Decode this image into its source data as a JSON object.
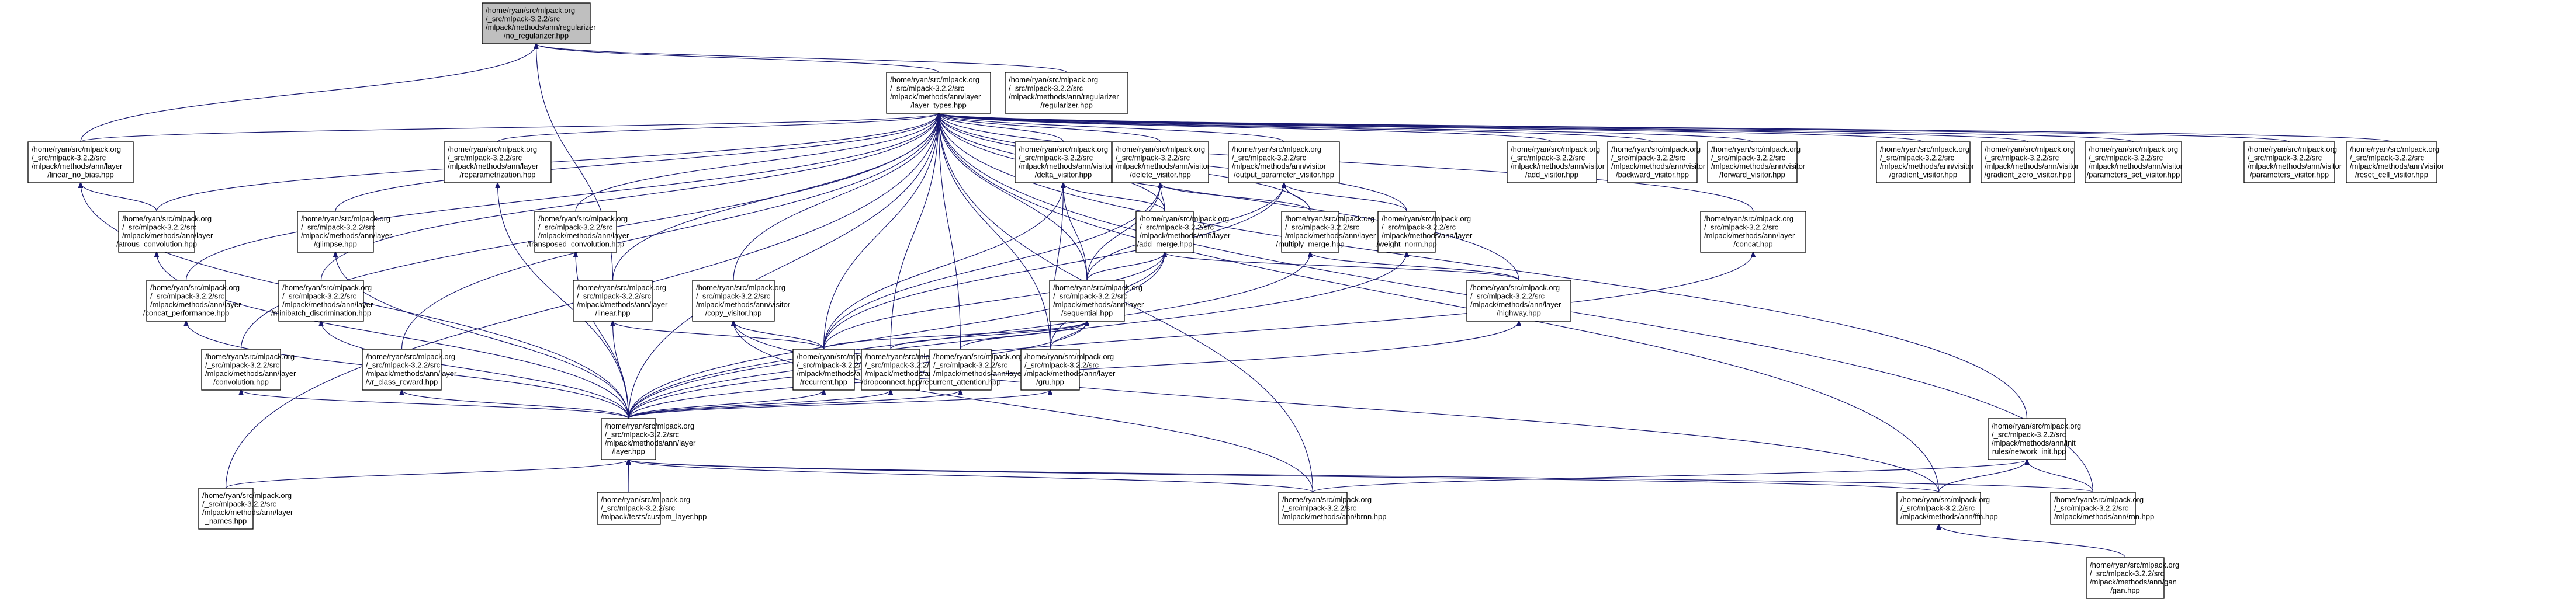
{
  "diagram": {
    "type": "include-dependency-graph",
    "colors": {
      "edge": "#191970",
      "root_fill": "#bfbfbf",
      "node_fill": "#ffffff",
      "border": "#000000"
    },
    "nodes": [
      {
        "id": "no_regularizer",
        "root": true,
        "lines": [
          "/home/ryan/src/mlpack.org",
          "/_src/mlpack-3.2.2/src",
          "/mlpack/methods/ann/regularizer",
          "/no_regularizer.hpp"
        ]
      },
      {
        "id": "layer_types",
        "lines": [
          "/home/ryan/src/mlpack.org",
          "/_src/mlpack-3.2.2/src",
          "/mlpack/methods/ann/layer",
          "/layer_types.hpp"
        ]
      },
      {
        "id": "regularizer",
        "lines": [
          "/home/ryan/src/mlpack.org",
          "/_src/mlpack-3.2.2/src",
          "/mlpack/methods/ann/regularizer",
          "/regularizer.hpp"
        ]
      },
      {
        "id": "linear_no_bias",
        "lines": [
          "/home/ryan/src/mlpack.org",
          "/_src/mlpack-3.2.2/src",
          "/mlpack/methods/ann/layer",
          "/linear_no_bias.hpp"
        ]
      },
      {
        "id": "reparametrization",
        "lines": [
          "/home/ryan/src/mlpack.org",
          "/_src/mlpack-3.2.2/src",
          "/mlpack/methods/ann/layer",
          "/reparametrization.hpp"
        ]
      },
      {
        "id": "delta_visitor",
        "lines": [
          "/home/ryan/src/mlpack.org",
          "/_src/mlpack-3.2.2/src",
          "/mlpack/methods/ann/visitor",
          "/delta_visitor.hpp"
        ]
      },
      {
        "id": "delete_visitor",
        "lines": [
          "/home/ryan/src/mlpack.org",
          "/_src/mlpack-3.2.2/src",
          "/mlpack/methods/ann/visitor",
          "/delete_visitor.hpp"
        ]
      },
      {
        "id": "output_parameter_visitor",
        "lines": [
          "/home/ryan/src/mlpack.org",
          "/_src/mlpack-3.2.2/src",
          "/mlpack/methods/ann/visitor",
          "/output_parameter_visitor.hpp"
        ]
      },
      {
        "id": "add_visitor",
        "lines": [
          "/home/ryan/src/mlpack.org",
          "/_src/mlpack-3.2.2/src",
          "/mlpack/methods/ann/visitor",
          "/add_visitor.hpp"
        ]
      },
      {
        "id": "backward_visitor",
        "lines": [
          "/home/ryan/src/mlpack.org",
          "/_src/mlpack-3.2.2/src",
          "/mlpack/methods/ann/visitor",
          "/backward_visitor.hpp"
        ]
      },
      {
        "id": "forward_visitor",
        "lines": [
          "/home/ryan/src/mlpack.org",
          "/_src/mlpack-3.2.2/src",
          "/mlpack/methods/ann/visitor",
          "/forward_visitor.hpp"
        ]
      },
      {
        "id": "gradient_visitor",
        "lines": [
          "/home/ryan/src/mlpack.org",
          "/_src/mlpack-3.2.2/src",
          "/mlpack/methods/ann/visitor",
          "/gradient_visitor.hpp"
        ]
      },
      {
        "id": "gradient_zero_visitor",
        "lines": [
          "/home/ryan/src/mlpack.org",
          "/_src/mlpack-3.2.2/src",
          "/mlpack/methods/ann/visitor",
          "/gradient_zero_visitor.hpp"
        ]
      },
      {
        "id": "parameters_set_visitor",
        "lines": [
          "/home/ryan/src/mlpack.org",
          "/_src/mlpack-3.2.2/src",
          "/mlpack/methods/ann/visitor",
          "/parameters_set_visitor.hpp"
        ]
      },
      {
        "id": "parameters_visitor",
        "lines": [
          "/home/ryan/src/mlpack.org",
          "/_src/mlpack-3.2.2/src",
          "/mlpack/methods/ann/visitor",
          "/parameters_visitor.hpp"
        ]
      },
      {
        "id": "reset_cell_visitor",
        "lines": [
          "/home/ryan/src/mlpack.org",
          "/_src/mlpack-3.2.2/src",
          "/mlpack/methods/ann/visitor",
          "/reset_cell_visitor.hpp"
        ]
      },
      {
        "id": "atrous_convolution",
        "lines": [
          "/home/ryan/src/mlpack.org",
          "/_src/mlpack-3.2.2/src",
          "/mlpack/methods/ann/layer",
          "/atrous_convolution.hpp"
        ]
      },
      {
        "id": "glimpse",
        "lines": [
          "/home/ryan/src/mlpack.org",
          "/_src/mlpack-3.2.2/src",
          "/mlpack/methods/ann/layer",
          "/glimpse.hpp"
        ]
      },
      {
        "id": "transposed_convolution",
        "lines": [
          "/home/ryan/src/mlpack.org",
          "/_src/mlpack-3.2.2/src",
          "/mlpack/methods/ann/layer",
          "/transposed_convolution.hpp"
        ]
      },
      {
        "id": "add_merge",
        "lines": [
          "/home/ryan/src/mlpack.org",
          "/_src/mlpack-3.2.2/src",
          "/mlpack/methods/ann/layer",
          "/add_merge.hpp"
        ]
      },
      {
        "id": "multiply_merge",
        "lines": [
          "/home/ryan/src/mlpack.org",
          "/_src/mlpack-3.2.2/src",
          "/mlpack/methods/ann/layer",
          "/multiply_merge.hpp"
        ]
      },
      {
        "id": "weight_norm",
        "lines": [
          "/home/ryan/src/mlpack.org",
          "/_src/mlpack-3.2.2/src",
          "/mlpack/methods/ann/layer",
          "/weight_norm.hpp"
        ]
      },
      {
        "id": "concat",
        "lines": [
          "/home/ryan/src/mlpack.org",
          "/_src/mlpack-3.2.2/src",
          "/mlpack/methods/ann/layer",
          "/concat.hpp"
        ]
      },
      {
        "id": "concat_performance",
        "lines": [
          "/home/ryan/src/mlpack.org",
          "/_src/mlpack-3.2.2/src",
          "/mlpack/methods/ann/layer",
          "/concat_performance.hpp"
        ]
      },
      {
        "id": "minibatch_discrimination",
        "lines": [
          "/home/ryan/src/mlpack.org",
          "/_src/mlpack-3.2.2/src",
          "/mlpack/methods/ann/layer",
          "/minibatch_discrimination.hpp"
        ]
      },
      {
        "id": "linear",
        "lines": [
          "/home/ryan/src/mlpack.org",
          "/_src/mlpack-3.2.2/src",
          "/mlpack/methods/ann/layer",
          "/linear.hpp"
        ]
      },
      {
        "id": "copy_visitor",
        "lines": [
          "/home/ryan/src/mlpack.org",
          "/_src/mlpack-3.2.2/src",
          "/mlpack/methods/ann/visitor",
          "/copy_visitor.hpp"
        ]
      },
      {
        "id": "sequential",
        "lines": [
          "/home/ryan/src/mlpack.org",
          "/_src/mlpack-3.2.2/src",
          "/mlpack/methods/ann/layer",
          "/sequential.hpp"
        ]
      },
      {
        "id": "highway",
        "lines": [
          "/home/ryan/src/mlpack.org",
          "/_src/mlpack-3.2.2/src",
          "/mlpack/methods/ann/layer",
          "/highway.hpp"
        ]
      },
      {
        "id": "convolution",
        "lines": [
          "/home/ryan/src/mlpack.org",
          "/_src/mlpack-3.2.2/src",
          "/mlpack/methods/ann/layer",
          "/convolution.hpp"
        ]
      },
      {
        "id": "vr_class_reward",
        "lines": [
          "/home/ryan/src/mlpack.org",
          "/_src/mlpack-3.2.2/src",
          "/mlpack/methods/ann/layer",
          "/vr_class_reward.hpp"
        ]
      },
      {
        "id": "recurrent",
        "lines": [
          "/home/ryan/src/mlpack.org",
          "/_src/mlpack-3.2.2/src",
          "/mlpack/methods/ann/layer",
          "/recurrent.hpp"
        ]
      },
      {
        "id": "dropconnect",
        "lines": [
          "/home/ryan/src/mlpack.org",
          "/_src/mlpack-3.2.2/src",
          "/mlpack/methods/ann/layer",
          "/dropconnect.hpp"
        ]
      },
      {
        "id": "recurrent_attention",
        "lines": [
          "/home/ryan/src/mlpack.org",
          "/_src/mlpack-3.2.2/src",
          "/mlpack/methods/ann/layer",
          "/recurrent_attention.hpp"
        ]
      },
      {
        "id": "gru",
        "lines": [
          "/home/ryan/src/mlpack.org",
          "/_src/mlpack-3.2.2/src",
          "/mlpack/methods/ann/layer",
          "/gru.hpp"
        ]
      },
      {
        "id": "layer",
        "lines": [
          "/home/ryan/src/mlpack.org",
          "/_src/mlpack-3.2.2/src",
          "/mlpack/methods/ann/layer",
          "/layer.hpp"
        ]
      },
      {
        "id": "network_init",
        "lines": [
          "/home/ryan/src/mlpack.org",
          "/_src/mlpack-3.2.2/src",
          "/mlpack/methods/ann/init",
          "_rules/network_init.hpp"
        ]
      },
      {
        "id": "layer_names",
        "lines": [
          "/home/ryan/src/mlpack.org",
          "/_src/mlpack-3.2.2/src",
          "/mlpack/methods/ann/layer",
          "_names.hpp"
        ]
      },
      {
        "id": "custom_layer",
        "lines": [
          "/home/ryan/src/mlpack.org",
          "/_src/mlpack-3.2.2/src",
          "/mlpack/tests/custom_layer.hpp"
        ]
      },
      {
        "id": "brnn",
        "lines": [
          "/home/ryan/src/mlpack.org",
          "/_src/mlpack-3.2.2/src",
          "/mlpack/methods/ann/brnn.hpp"
        ]
      },
      {
        "id": "ffn",
        "lines": [
          "/home/ryan/src/mlpack.org",
          "/_src/mlpack-3.2.2/src",
          "/mlpack/methods/ann/ffn.hpp"
        ]
      },
      {
        "id": "rnn",
        "lines": [
          "/home/ryan/src/mlpack.org",
          "/_src/mlpack-3.2.2/src",
          "/mlpack/methods/ann/rnn.hpp"
        ]
      },
      {
        "id": "gan",
        "lines": [
          "/home/ryan/src/mlpack.org",
          "/_src/mlpack-3.2.2/src",
          "/mlpack/methods/ann/gan",
          "/gan.hpp"
        ]
      }
    ],
    "edges": [
      [
        "linear_no_bias",
        "no_regularizer"
      ],
      [
        "layer_types",
        "no_regularizer"
      ],
      [
        "regularizer",
        "no_regularizer"
      ],
      [
        "linear",
        "no_regularizer"
      ],
      [
        "linear_no_bias",
        "layer_types"
      ],
      [
        "atrous_convolution",
        "layer_types"
      ],
      [
        "concat_performance",
        "layer_types"
      ],
      [
        "convolution",
        "layer_types"
      ],
      [
        "glimpse",
        "layer_types"
      ],
      [
        "minibatch_discrimination",
        "layer_types"
      ],
      [
        "reparametrization",
        "layer_types"
      ],
      [
        "transposed_convolution",
        "layer_types"
      ],
      [
        "vr_class_reward",
        "layer_types"
      ],
      [
        "linear",
        "layer_types"
      ],
      [
        "copy_visitor",
        "layer_types"
      ],
      [
        "delta_visitor",
        "layer_types"
      ],
      [
        "delete_visitor",
        "layer_types"
      ],
      [
        "output_parameter_visitor",
        "layer_types"
      ],
      [
        "add_visitor",
        "layer_types"
      ],
      [
        "backward_visitor",
        "layer_types"
      ],
      [
        "forward_visitor",
        "layer_types"
      ],
      [
        "gradient_visitor",
        "layer_types"
      ],
      [
        "gradient_zero_visitor",
        "layer_types"
      ],
      [
        "parameters_set_visitor",
        "layer_types"
      ],
      [
        "parameters_visitor",
        "layer_types"
      ],
      [
        "reset_cell_visitor",
        "layer_types"
      ],
      [
        "add_merge",
        "layer_types"
      ],
      [
        "multiply_merge",
        "layer_types"
      ],
      [
        "weight_norm",
        "layer_types"
      ],
      [
        "concat",
        "layer_types"
      ],
      [
        "sequential",
        "layer_types"
      ],
      [
        "highway",
        "layer_types"
      ],
      [
        "recurrent",
        "layer_types"
      ],
      [
        "dropconnect",
        "layer_types"
      ],
      [
        "recurrent_attention",
        "layer_types"
      ],
      [
        "gru",
        "layer_types"
      ],
      [
        "layer",
        "layer_types"
      ],
      [
        "layer_names",
        "layer_types"
      ],
      [
        "network_init",
        "layer_types"
      ],
      [
        "ffn",
        "layer_types"
      ],
      [
        "rnn",
        "layer_types"
      ],
      [
        "brnn",
        "layer_types"
      ],
      [
        "atrous_convolution",
        "linear_no_bias"
      ],
      [
        "layer",
        "linear_no_bias"
      ],
      [
        "layer",
        "atrous_convolution"
      ],
      [
        "layer",
        "glimpse"
      ],
      [
        "layer",
        "concat_performance"
      ],
      [
        "layer",
        "minibatch_discrimination"
      ],
      [
        "layer",
        "reparametrization"
      ],
      [
        "layer",
        "transposed_convolution"
      ],
      [
        "layer",
        "convolution"
      ],
      [
        "layer",
        "vr_class_reward"
      ],
      [
        "layer",
        "linear"
      ],
      [
        "sequential",
        "delta_visitor"
      ],
      [
        "recurrent",
        "delta_visitor"
      ],
      [
        "gru",
        "delta_visitor"
      ],
      [
        "add_merge",
        "delta_visitor"
      ],
      [
        "sequential",
        "delete_visitor"
      ],
      [
        "recurrent",
        "delete_visitor"
      ],
      [
        "add_merge",
        "delete_visitor"
      ],
      [
        "multiply_merge",
        "delete_visitor"
      ],
      [
        "sequential",
        "output_parameter_visitor"
      ],
      [
        "recurrent",
        "output_parameter_visitor"
      ],
      [
        "multiply_merge",
        "output_parameter_visitor"
      ],
      [
        "weight_norm",
        "output_parameter_visitor"
      ],
      [
        "sequential",
        "add_merge"
      ],
      [
        "recurrent",
        "add_merge"
      ],
      [
        "gru",
        "add_merge"
      ],
      [
        "highway",
        "add_merge"
      ],
      [
        "layer",
        "add_merge"
      ],
      [
        "layer",
        "sequential"
      ],
      [
        "recurrent",
        "sequential"
      ],
      [
        "dropconnect",
        "sequential"
      ],
      [
        "recurrent_attention",
        "sequential"
      ],
      [
        "gru",
        "sequential"
      ],
      [
        "layer",
        "multiply_merge"
      ],
      [
        "highway",
        "multiply_merge"
      ],
      [
        "layer",
        "weight_norm"
      ],
      [
        "layer",
        "concat"
      ],
      [
        "layer",
        "highway"
      ],
      [
        "layer",
        "recurrent"
      ],
      [
        "layer",
        "dropconnect"
      ],
      [
        "layer",
        "recurrent_attention"
      ],
      [
        "layer",
        "gru"
      ],
      [
        "recurrent",
        "linear"
      ],
      [
        "recurrent",
        "copy_visitor"
      ],
      [
        "brnn",
        "copy_visitor"
      ],
      [
        "ffn",
        "copy_visitor"
      ],
      [
        "layer_names",
        "layer"
      ],
      [
        "custom_layer",
        "layer"
      ],
      [
        "brnn",
        "layer"
      ],
      [
        "ffn",
        "layer"
      ],
      [
        "rnn",
        "layer"
      ],
      [
        "ffn",
        "network_init"
      ],
      [
        "rnn",
        "network_init"
      ],
      [
        "brnn",
        "network_init"
      ],
      [
        "gan",
        "ffn"
      ]
    ]
  }
}
